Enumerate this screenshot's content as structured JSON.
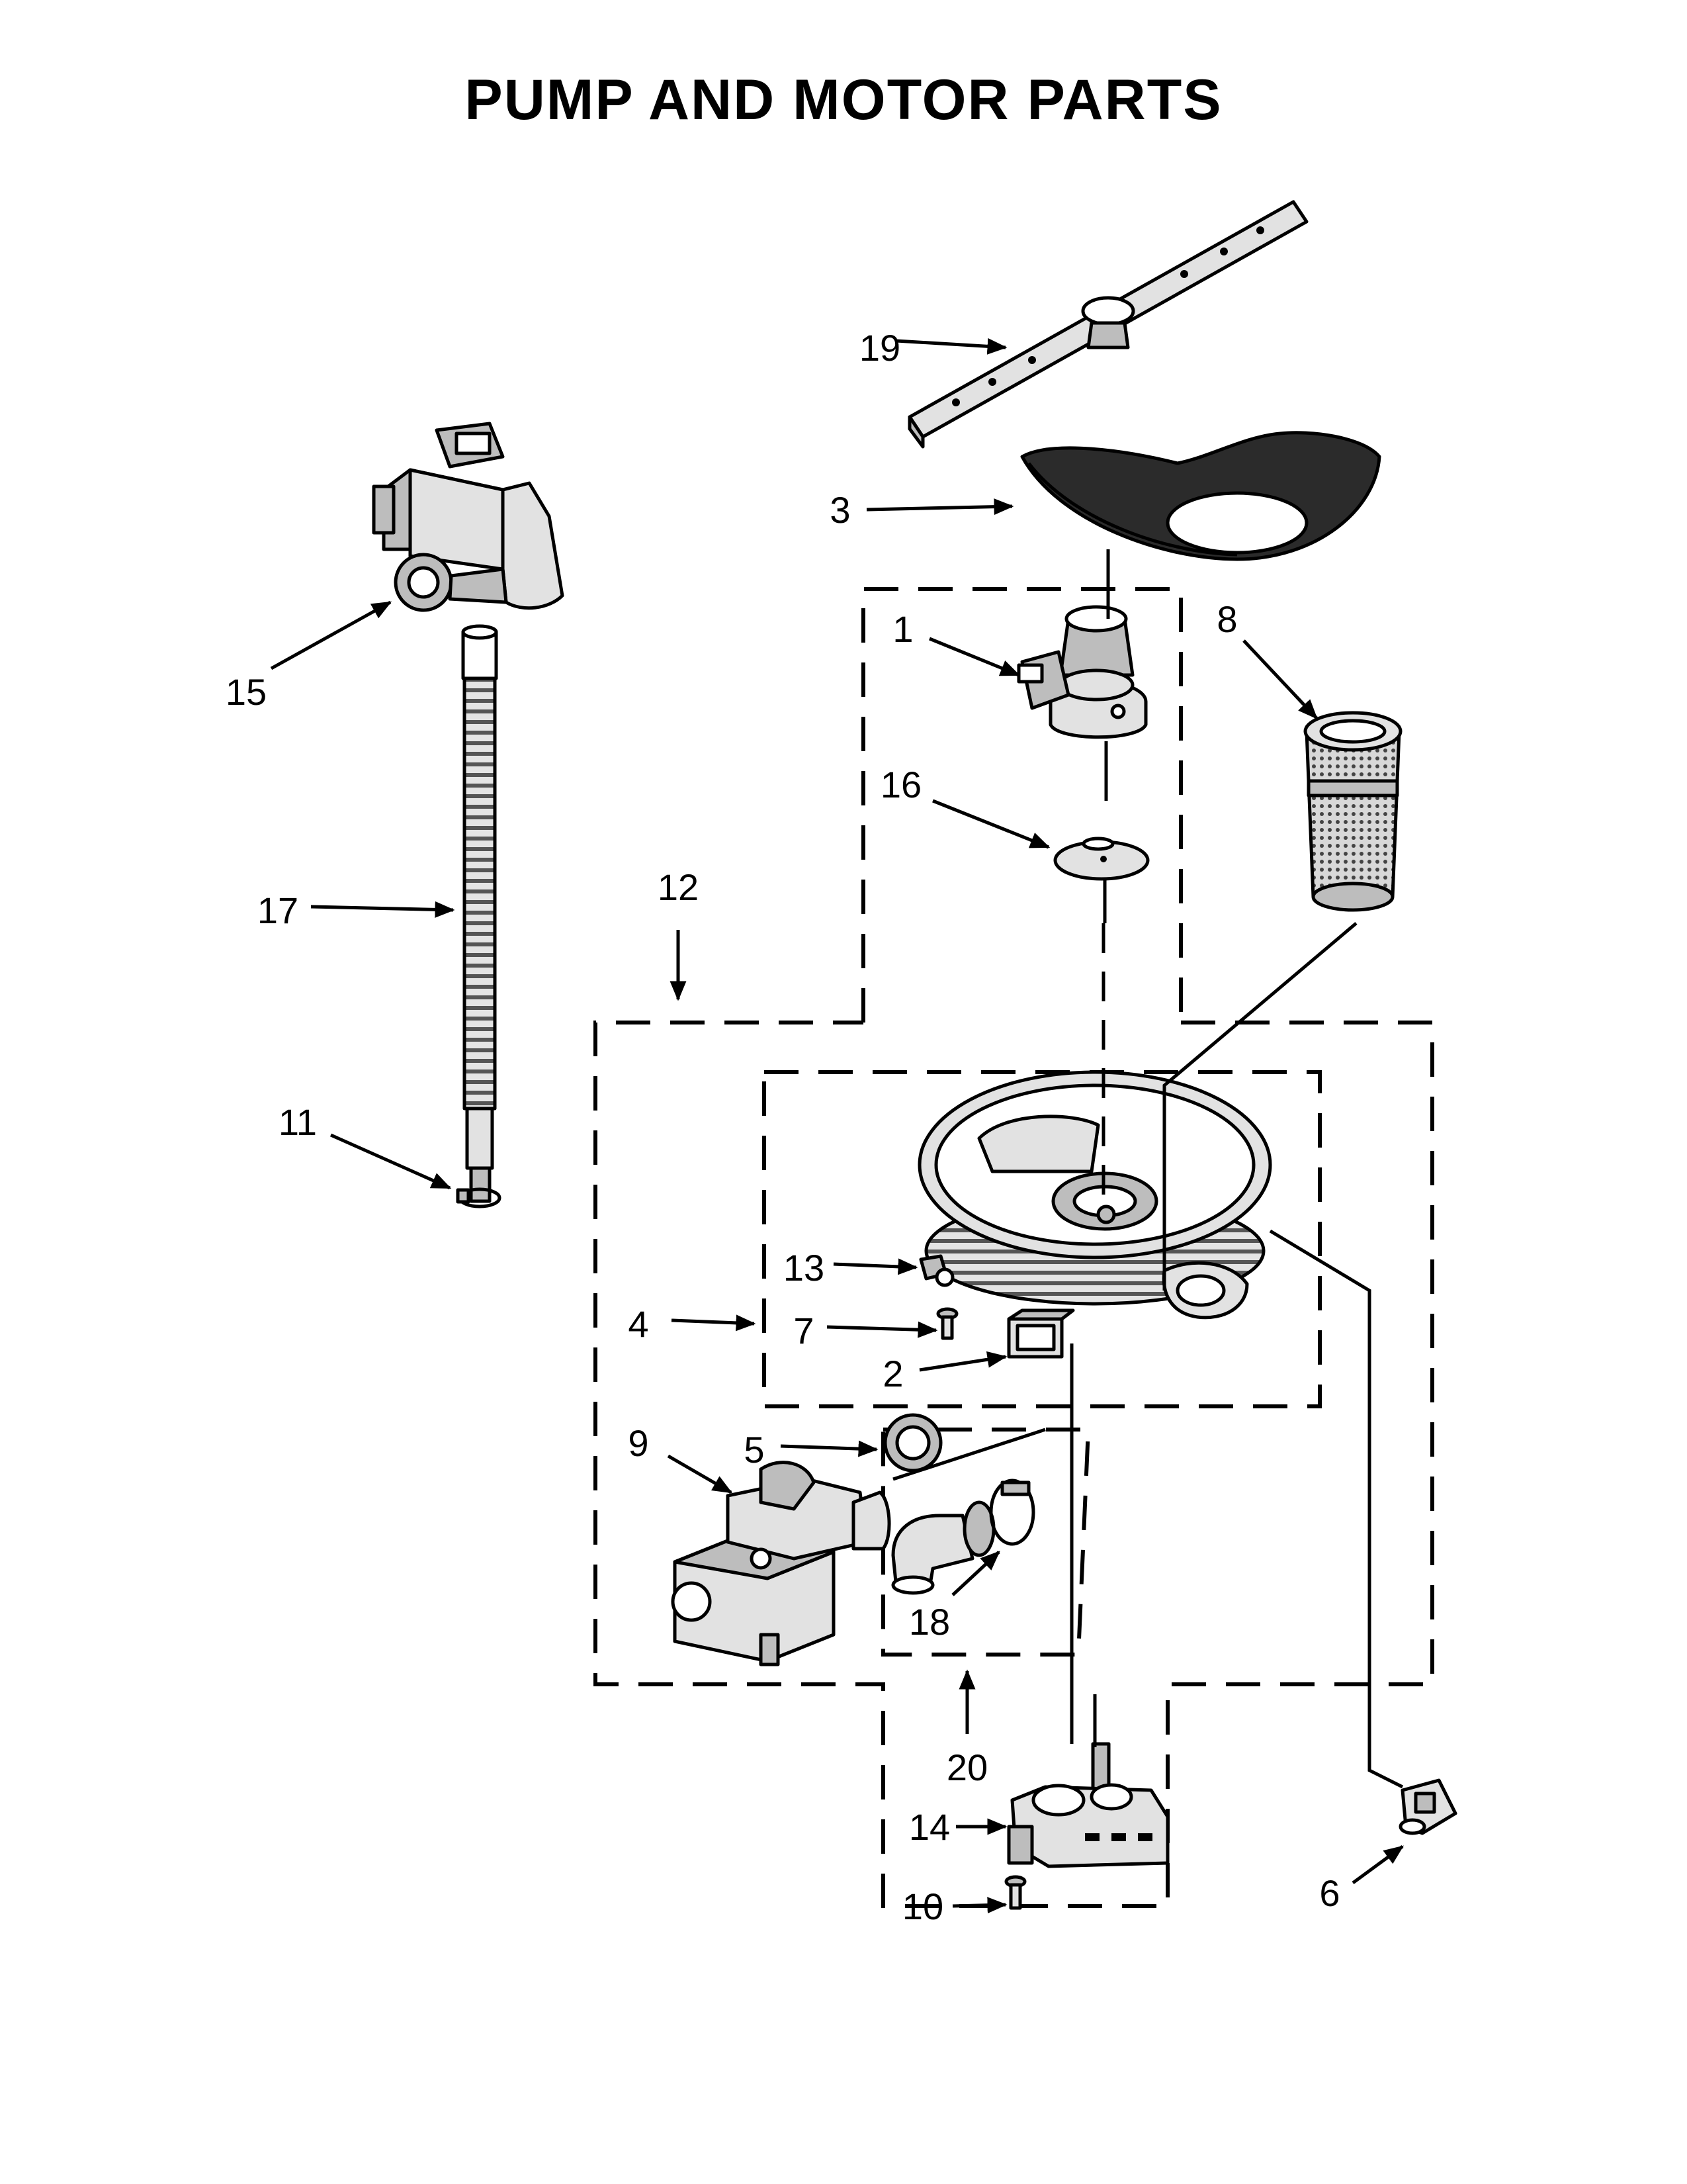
{
  "title": "PUMP AND MOTOR PARTS",
  "callouts": {
    "c1": "1",
    "c2": "2",
    "c3": "3",
    "c4": "4",
    "c5": "5",
    "c6": "6",
    "c7": "7",
    "c8": "8",
    "c9": "9",
    "c10": "10",
    "c11": "11",
    "c12": "12",
    "c13": "13",
    "c14": "14",
    "c15": "15",
    "c16": "16",
    "c17": "17",
    "c18": "18",
    "c19": "19",
    "c20": "20"
  }
}
